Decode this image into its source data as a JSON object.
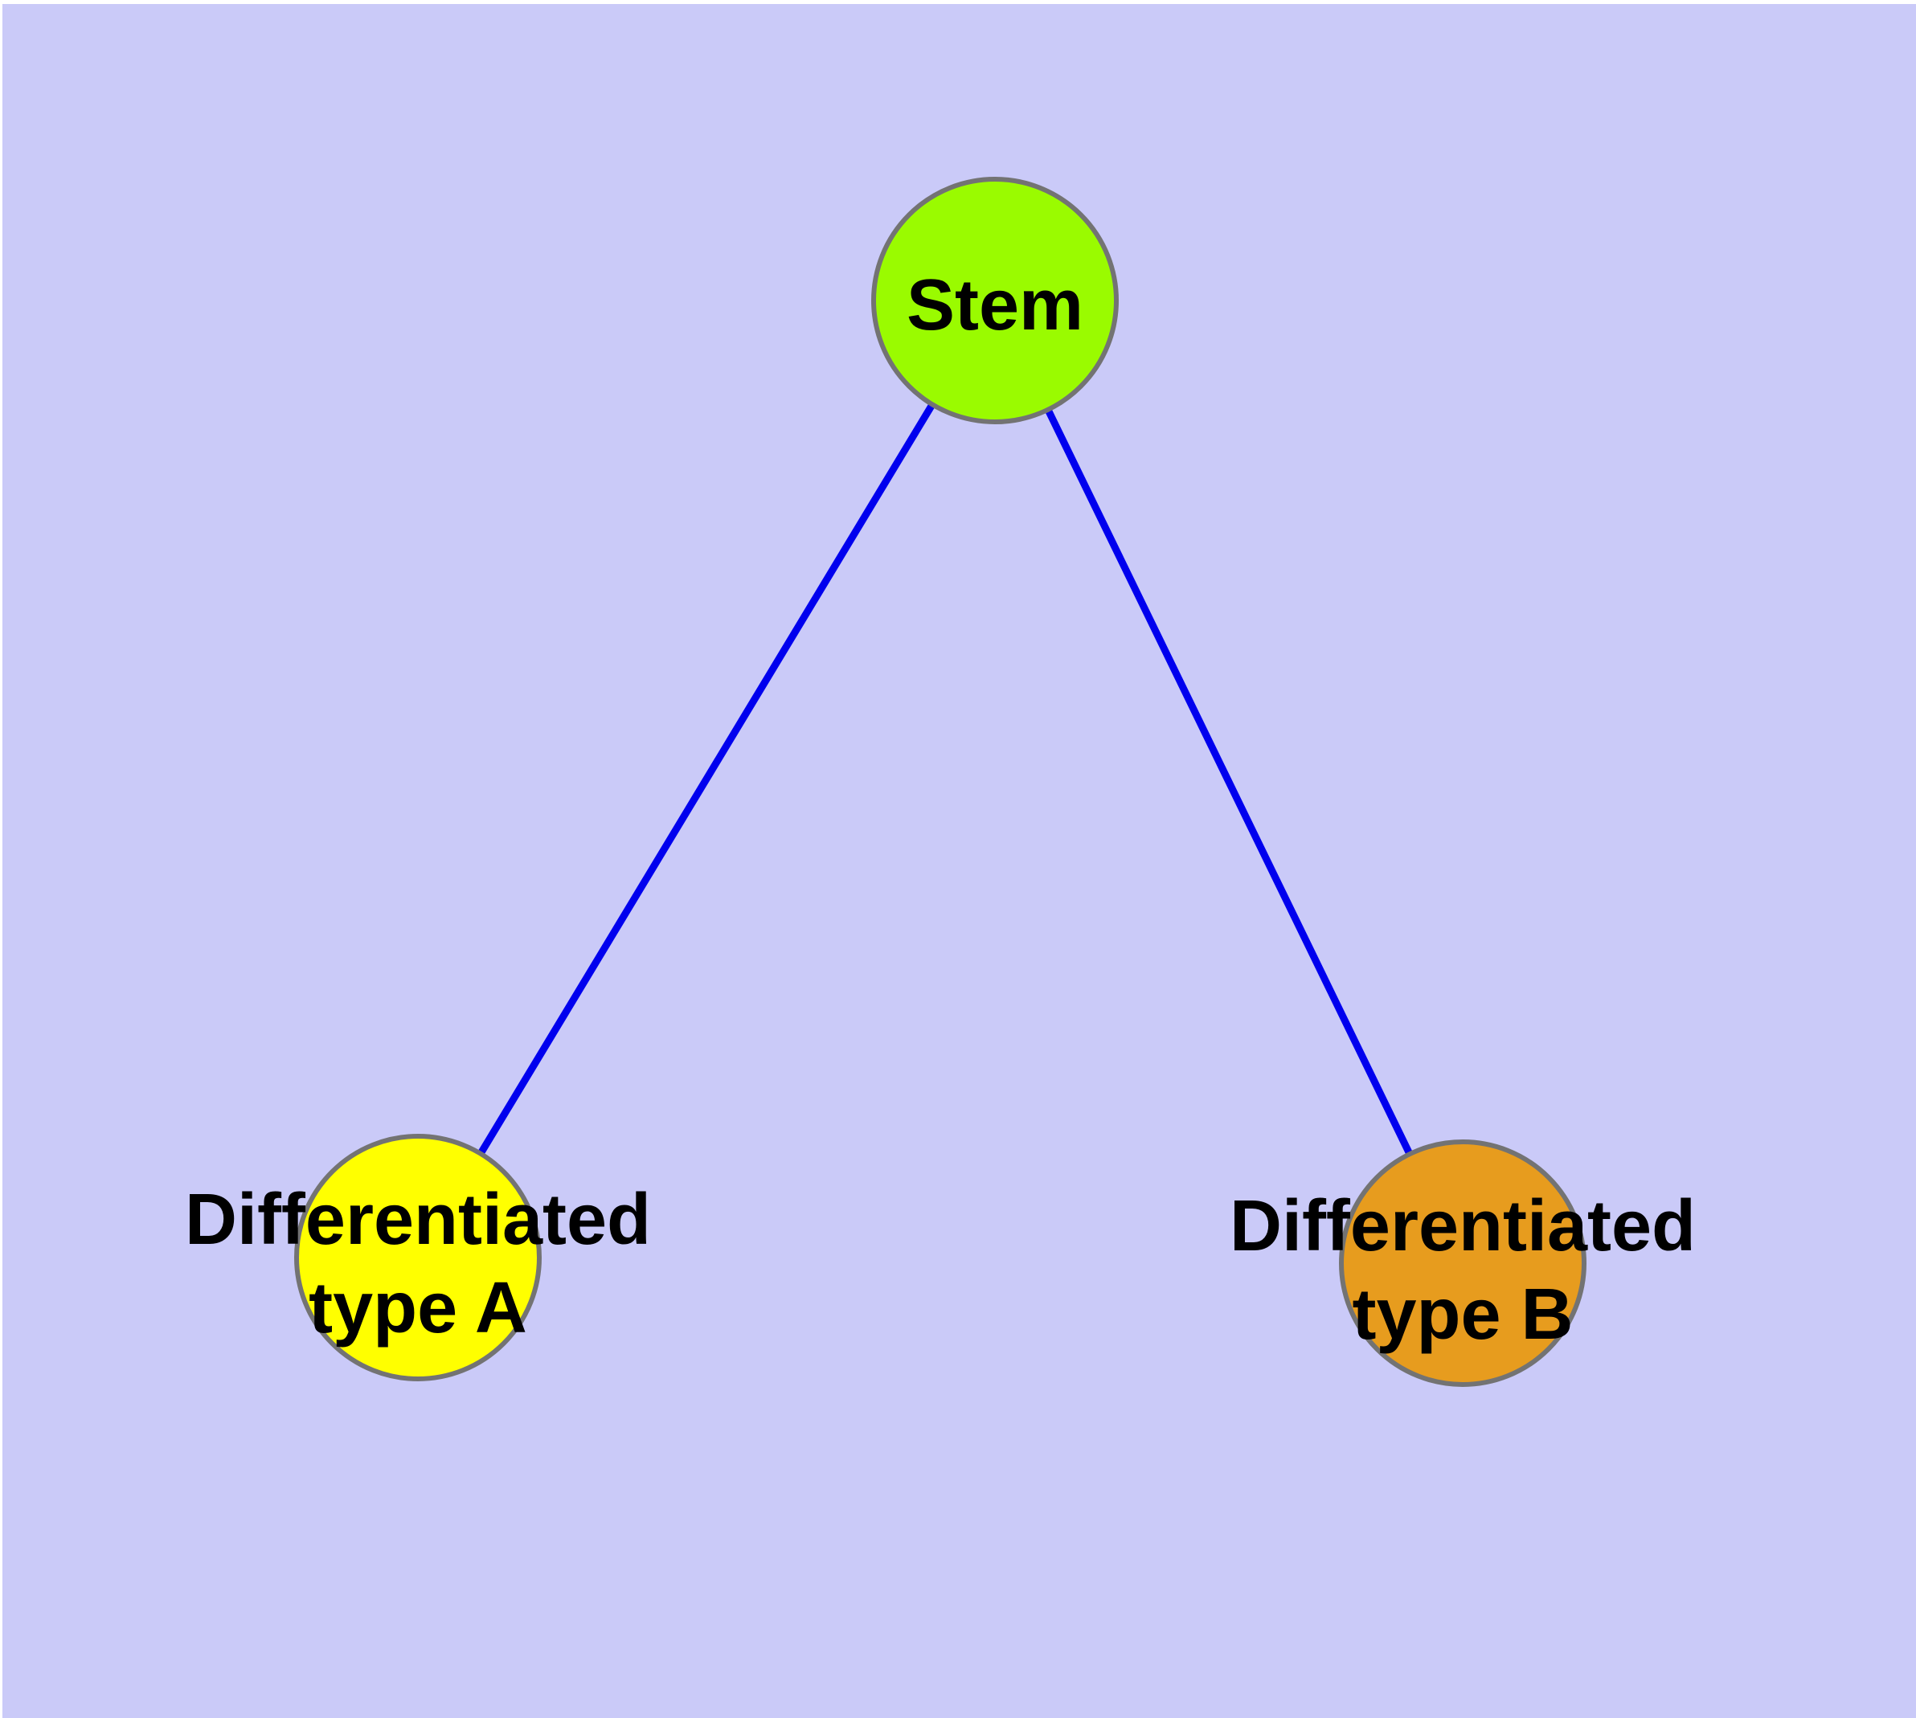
{
  "diagram": {
    "type": "graph",
    "background_color": "#cacaf8",
    "margin_color": "#ffffff",
    "edge_color": "#0000ee",
    "node_border_color": "#737373",
    "label_color": "#000000",
    "nodes": [
      {
        "id": "stem",
        "label": "Stem",
        "fill": "#9afb00"
      },
      {
        "id": "type-a",
        "label_line1": "Differentiated",
        "label_line2": "type A",
        "fill": "#ffff00"
      },
      {
        "id": "type-b",
        "label_line1": "Differentiated",
        "label_line2": "type B",
        "fill": "#e79c1e"
      }
    ],
    "edges": [
      {
        "from": "stem",
        "to": "type-a"
      },
      {
        "from": "stem",
        "to": "type-b"
      }
    ]
  }
}
